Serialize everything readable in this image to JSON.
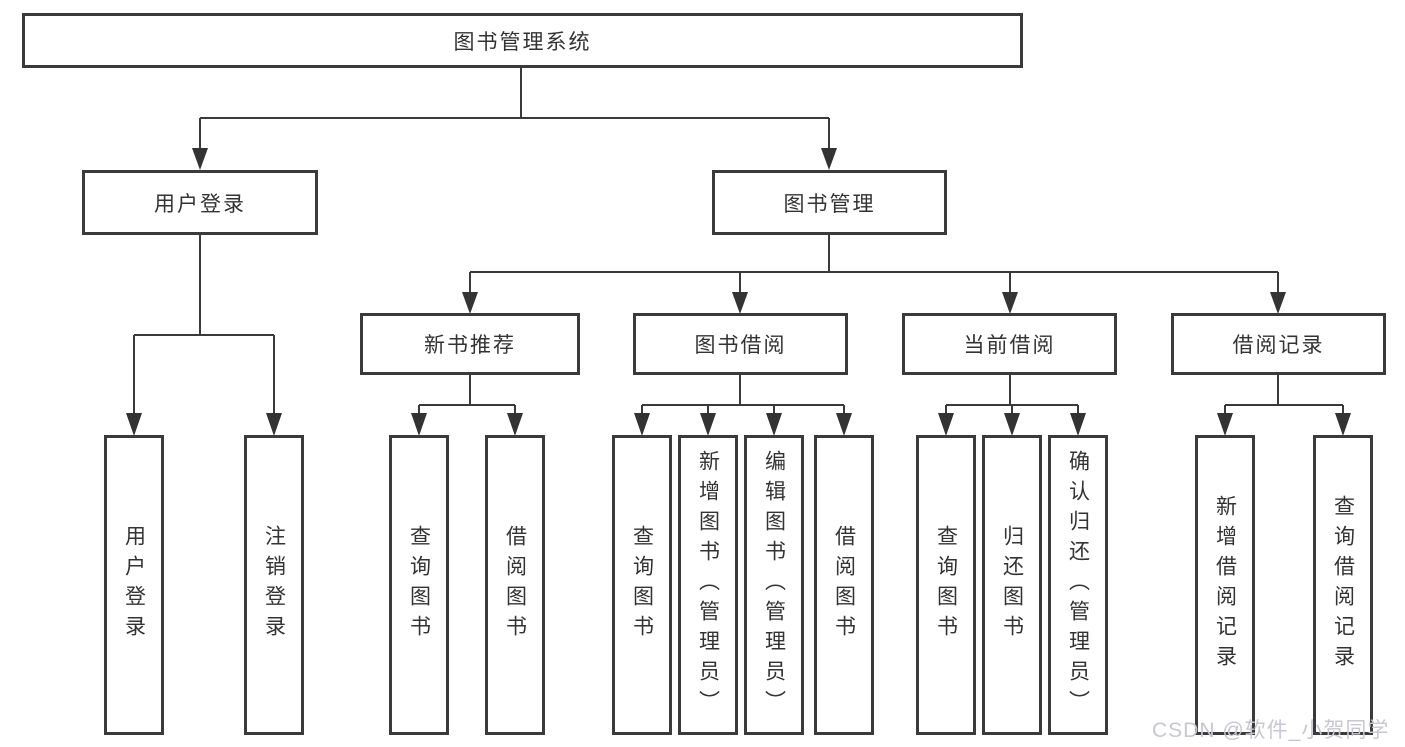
{
  "tree": {
    "root": {
      "label": "图书管理系统"
    },
    "children": [
      {
        "label": "用户登录",
        "children": [
          {
            "label": "用户登录"
          },
          {
            "label": "注销登录"
          }
        ]
      },
      {
        "label": "图书管理",
        "children": [
          {
            "label": "新书推荐",
            "children": [
              {
                "label": "查询图书"
              },
              {
                "label": "借阅图书"
              }
            ]
          },
          {
            "label": "图书借阅",
            "children": [
              {
                "label": "查询图书"
              },
              {
                "label": "新增图书（管理员）"
              },
              {
                "label": "编辑图书（管理员）"
              },
              {
                "label": "借阅图书"
              }
            ]
          },
          {
            "label": "当前借阅",
            "children": [
              {
                "label": "查询图书"
              },
              {
                "label": "归还图书"
              },
              {
                "label": "确认归还（管理员）"
              }
            ]
          },
          {
            "label": "借阅记录",
            "children": [
              {
                "label": "新增借阅记录"
              },
              {
                "label": "查询借阅记录"
              }
            ]
          }
        ]
      }
    ]
  },
  "watermark": {
    "text": "CSDN @软件_小贺同学"
  },
  "colors": {
    "line": "#3a3a3a",
    "text": "#333333",
    "background": "#ffffff",
    "watermark": "#c7c7d3"
  }
}
